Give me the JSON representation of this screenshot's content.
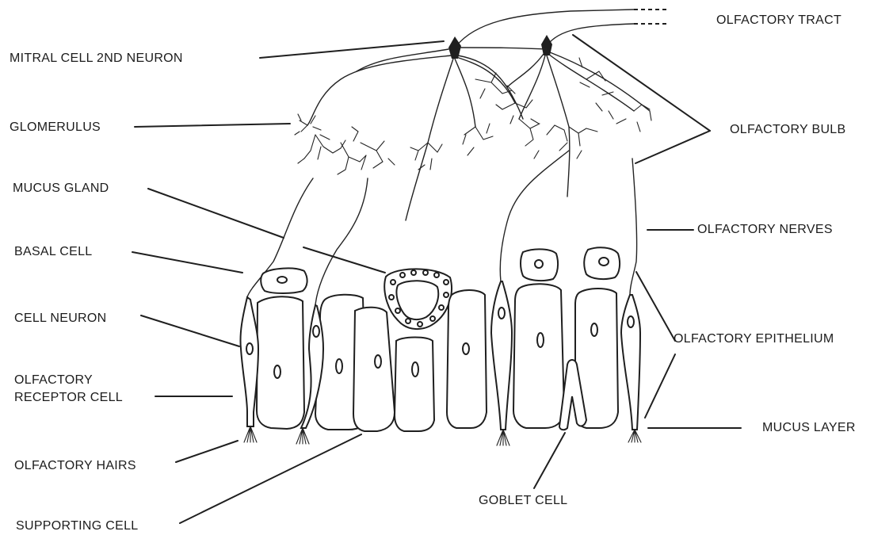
{
  "labels": {
    "olfactory_tract": "OLFACTORY TRACT",
    "mitral_cell": "MITRAL CELL 2ND NEURON",
    "glomerulus": "GLOMERULUS",
    "olfactory_bulb": "OLFACTORY BULB",
    "mucus_gland": "MUCUS GLAND",
    "olfactory_nerves": "OLFACTORY NERVES",
    "basal_cell": "BASAL CELL",
    "cell_neuron": "CELL NEURON",
    "olfactory_epithelium": "OLFACTORY EPITHELIUM",
    "receptor_cell_line1": "OLFACTORY",
    "receptor_cell_line2": "RECEPTOR CELL",
    "mucus_layer": "MUCUS LAYER",
    "olfactory_hairs": "OLFACTORY HAIRS",
    "goblet_cell": "GOBLET CELL",
    "supporting_cell": "SUPPORTING CELL"
  }
}
